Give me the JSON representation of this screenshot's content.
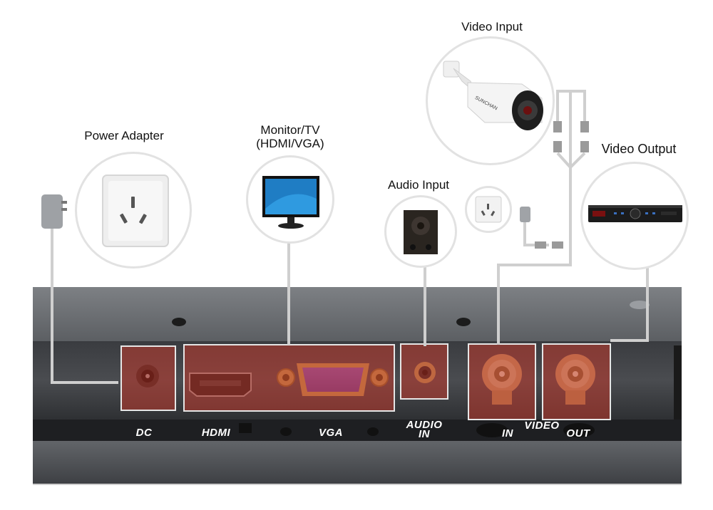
{
  "devices": {
    "power_adapter": "Power Adapter",
    "monitor_tv_line1": "Monitor/TV",
    "monitor_tv_line2": "(HDMI/VGA)",
    "audio_input": "Audio Input",
    "video_input": "Video Input",
    "video_output": "Video Output"
  },
  "ports": {
    "dc": "DC",
    "hdmi": "HDMI",
    "vga": "VGA",
    "audio_line1": "AUDIO",
    "audio_line2": "IN",
    "video_in": "IN",
    "video": "VIDEO",
    "video_out": "OUT"
  },
  "camera_brand": "SUNCHAN",
  "colors": {
    "highlight": "#c0392b",
    "panel": "#5a5d62",
    "cable": "#cfcfcf"
  }
}
